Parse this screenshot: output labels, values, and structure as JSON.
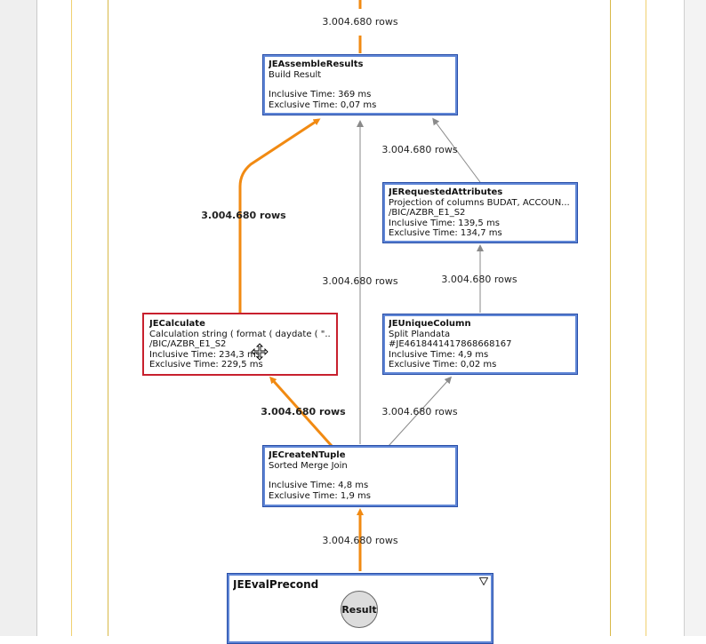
{
  "colors": {
    "flow_highlight": "#f18a12",
    "flow_normal": "#909090",
    "node_border": "#2a4fa8",
    "selected_border": "#c8202e",
    "outer_frame": "#f0d070"
  },
  "edges": {
    "top_in": "3.004.680 rows",
    "requested_to_assemble": "3.004.680 rows",
    "calculate_to_assemble": "3.004.680 rows",
    "createntuple_to_assemble": "3.004.680 rows",
    "unique_to_requested": "3.004.680 rows",
    "createntuple_to_calculate": "3.004.680 rows",
    "createntuple_to_unique": "3.004.680 rows",
    "evalprecond_to_createntuple": "3.004.680 rows"
  },
  "nodes": {
    "assemble": {
      "title": "JEAssembleResults",
      "desc": "Build Result",
      "inclusive": "Inclusive Time: 369 ms",
      "exclusive": "Exclusive Time: 0,07 ms"
    },
    "requested": {
      "title": "JERequestedAttributes",
      "desc": "Projection of columns BUDAT, ACCOUN...",
      "table": "/BIC/AZBR_E1_S2",
      "inclusive": "Inclusive Time: 139,5 ms",
      "exclusive": "Exclusive Time: 134,7 ms"
    },
    "calculate": {
      "title": "JECalculate",
      "desc": "Calculation string ( format ( daydate ( \"...",
      "table": "/BIC/AZBR_E1_S2",
      "inclusive": "Inclusive Time: 234,3 ms",
      "exclusive": "Exclusive Time: 229,5 ms"
    },
    "unique": {
      "title": "JEUniqueColumn",
      "desc": "Split Plandata",
      "id": "#JE4618441417868668167",
      "inclusive": "Inclusive Time: 4,9 ms",
      "exclusive": "Exclusive Time: 0,02 ms"
    },
    "createntuple": {
      "title": "JECreateNTuple",
      "desc": "Sorted Merge Join",
      "inclusive": "Inclusive Time: 4,8 ms",
      "exclusive": "Exclusive Time: 1,9 ms"
    },
    "evalprecond": {
      "title": "JEEvalPrecond",
      "result": "Result"
    }
  }
}
